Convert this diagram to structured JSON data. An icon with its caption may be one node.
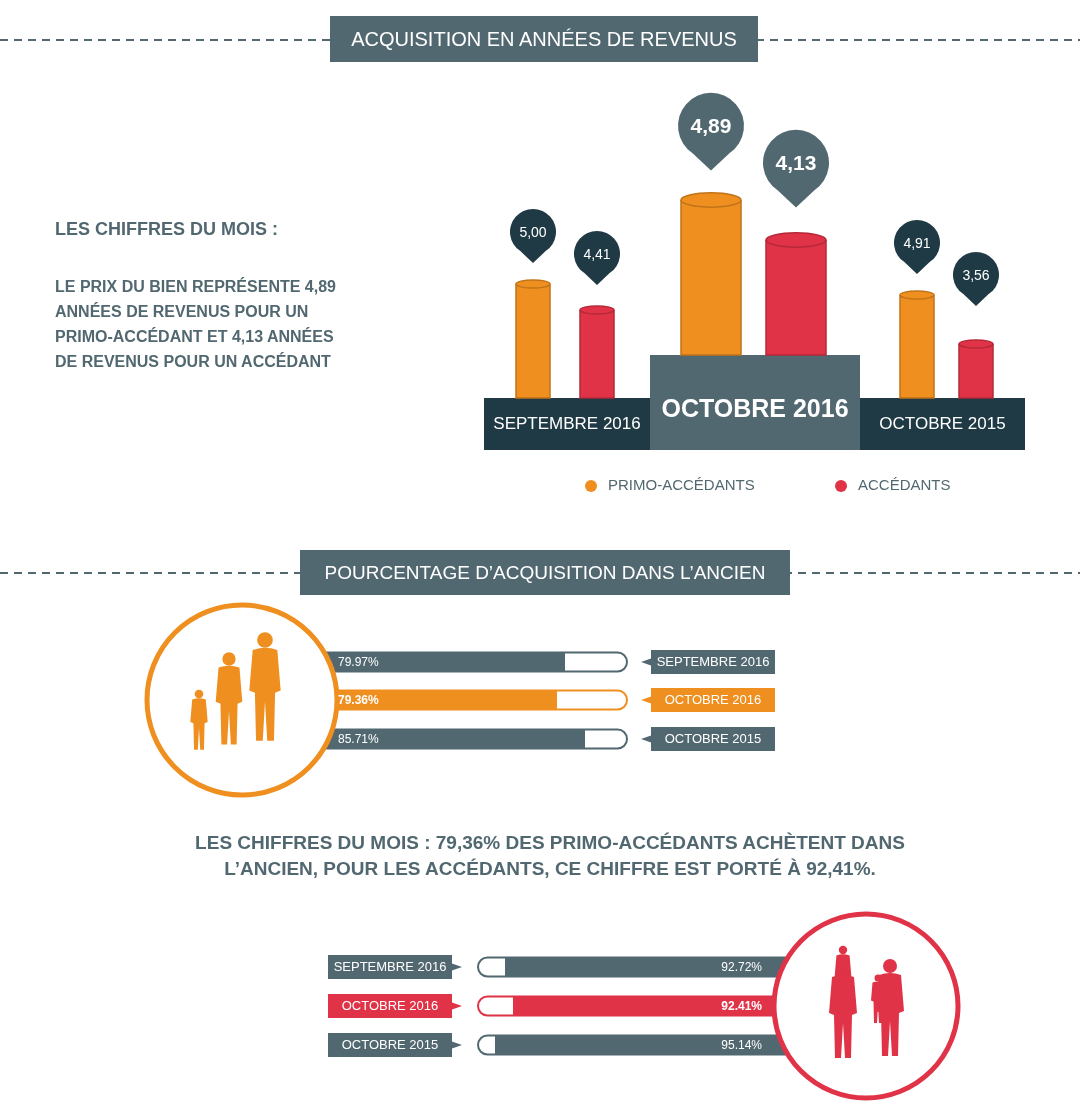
{
  "diagram": {
    "labels": [
      "ACQUISITION EN ANNÉES DE REVENUS",
      "4,89",
      "4,13",
      "LES CHIFFRES DU MOIS :",
      "5,00",
      "4,41",
      "4,91",
      "3,56",
      "LE PRIX DU BIEN REPRÉSENTE 4,89 ANNÉES DE REVENUS POUR UN PRIMO-ACCÉDANT ET 4,13 ANNÉES DE REVENUS POUR UN ACCÉDANT",
      "OCTOBRE 2016",
      "SEPTEMBRE 2016",
      "OCTOBRE 2015",
      "POURCENTAGE D’ACQUISITION DANS L’ANCIEN",
      "79.97%",
      "SEPTEMBRE 2016",
      "79.36%",
      "OCTOBRE 2016",
      "85.71%",
      "OCTOBRE 2015",
      "LES CHIFFRES DU MOIS : 79,36% DES PRIMO-ACCÉDANTS ACHÈTENT DANS L’ANCIEN, POUR LES ACCÉDANTS, CE CHIFFRE EST PORTÉ À 92,41%.",
      "SEPTEMBRE 2016",
      "92.72%",
      "OCTOBRE 2016",
      "92.41%",
      "OCTOBRE 2015",
      "95.14%"
    ],
    "legend": [
      {
        "text": "PRIMO-ACCÉDANTS",
        "color": "#ef8f1f"
      },
      {
        "text": "ACCÉDANTS",
        "color": "#e03347"
      }
    ]
  }
}
